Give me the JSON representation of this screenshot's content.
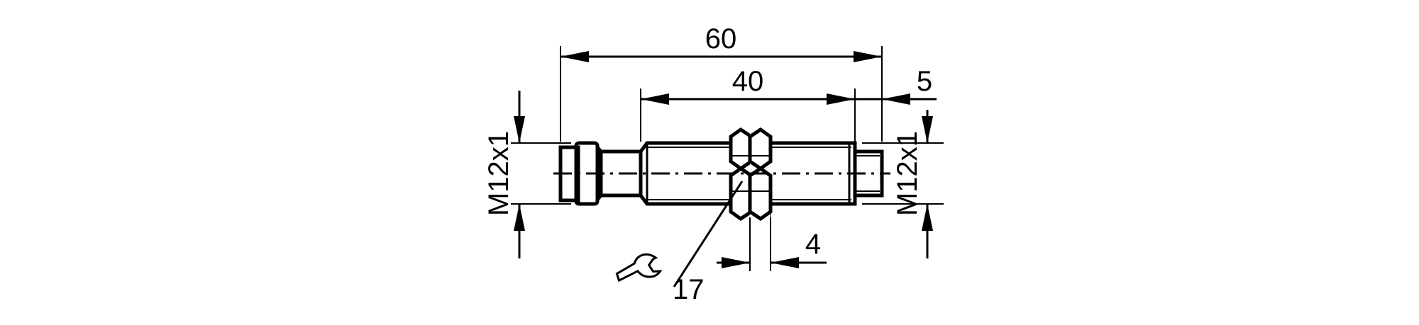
{
  "dimensions": {
    "overall_length": "60",
    "thread_length": "40",
    "tip_length": "5",
    "thread_left": "M12x1",
    "thread_right": "M12x1",
    "nut_width": "4",
    "wrench_size": "17"
  },
  "icons": {
    "wrench": "wrench-icon"
  }
}
